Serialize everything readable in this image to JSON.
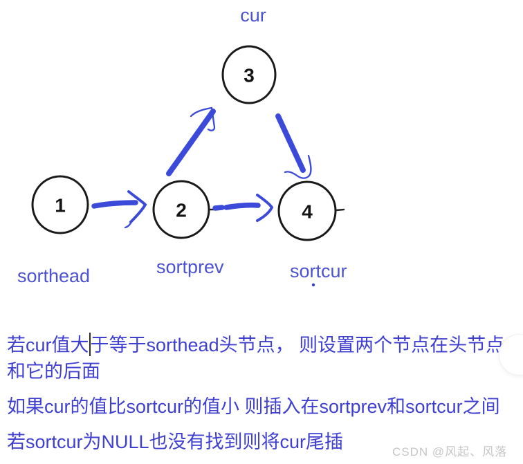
{
  "diagram": {
    "nodes": [
      {
        "value": "3",
        "label": "cur"
      },
      {
        "value": "1",
        "label": "sorthead"
      },
      {
        "value": "2",
        "label": "sortprev"
      },
      {
        "value": "4",
        "label": "sortcur"
      }
    ],
    "edges": [
      {
        "from": "1",
        "to": "2"
      },
      {
        "from": "2",
        "to": "4"
      },
      {
        "from": "2",
        "to": "3"
      },
      {
        "from": "3",
        "to": "4"
      }
    ]
  },
  "notes": {
    "line1_before_caret": "若cur值大",
    "line1_after_caret": "于等于sorthead头节点， 则设置两个节点在头节点",
    "line2": "和它的后面",
    "line3": "如果cur的值比sortcur的值小 则插入在sortprev和sortcur之间",
    "line4": "若sortcur为NULL也没有找到则将cur尾插"
  },
  "watermark": "CSDN @风起、风落",
  "colors": {
    "note_text": "#4040d0",
    "diagram_label": "#4c52d0",
    "arrow_blue": "#3b4ad8",
    "node_stroke": "#1a1a1a",
    "watermark_gray": "#c6c6c6"
  }
}
